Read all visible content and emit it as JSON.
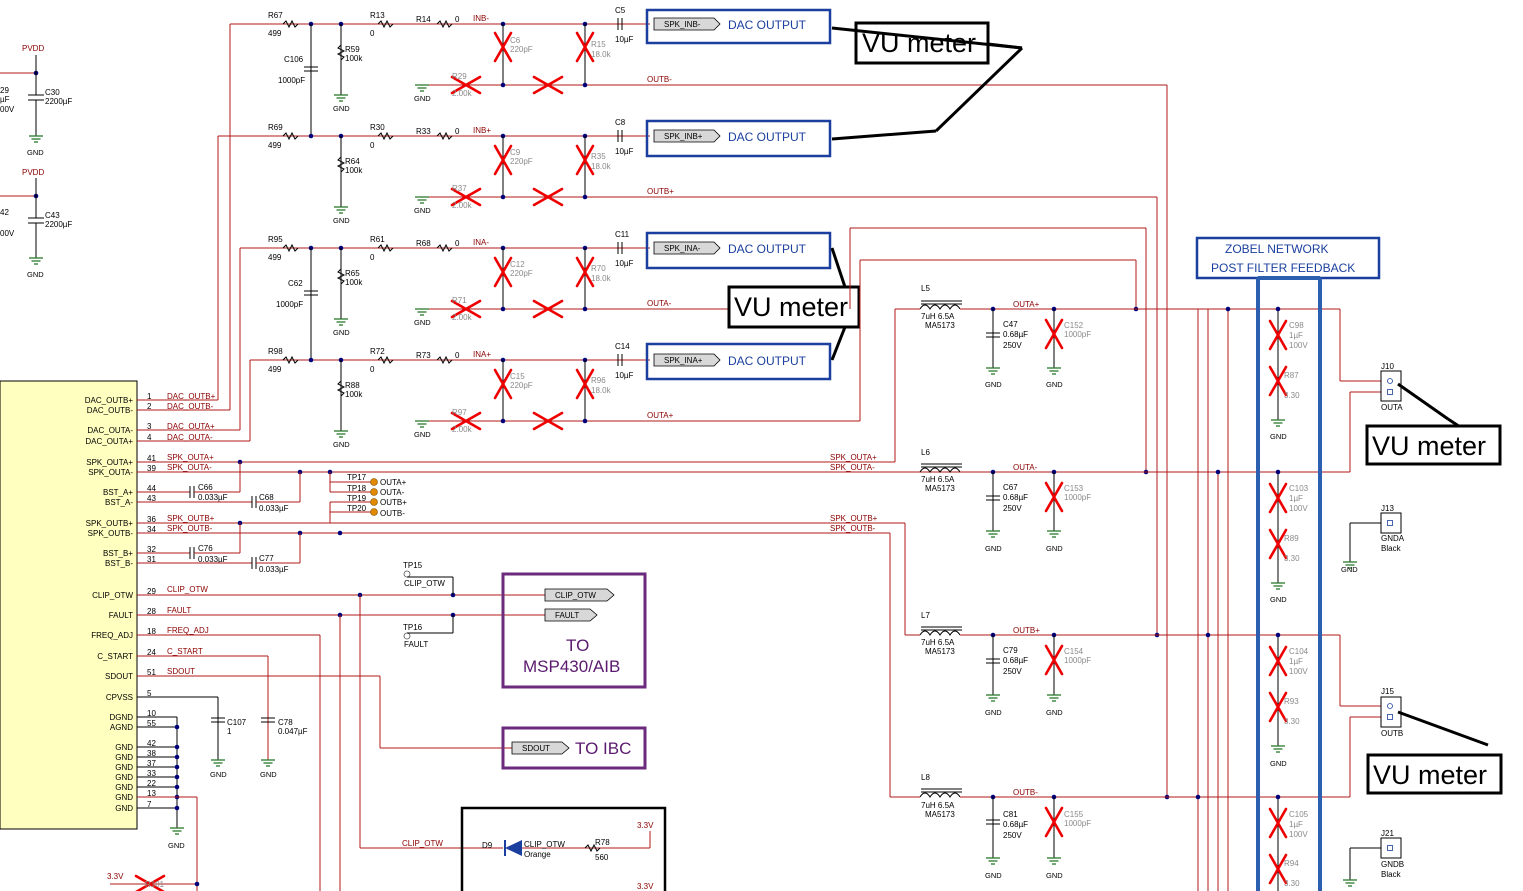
{
  "power": {
    "pvdd1": "PVDD",
    "pvdd2": "PVDD",
    "gnd": "GND",
    "v33": "3.3V"
  },
  "caps_left": [
    {
      "ref": "C30",
      "val": "2200µF",
      "edge1": "29",
      "edge2": "µF",
      "edge3": "00V"
    },
    {
      "ref": "C43",
      "val": "2200µF",
      "edge1": "42",
      "edge2": "00V"
    }
  ],
  "resistors": {
    "r67": "R67",
    "r67v": "499",
    "r13": "R13",
    "r13v": "0",
    "r14": "R14",
    "r14v": "0",
    "r59": "R59",
    "r59v": "100k",
    "r69": "R69",
    "r69v": "499",
    "r30": "R30",
    "r30v": "0",
    "r33": "R33",
    "r33v": "0",
    "r64": "R64",
    "r64v": "100k",
    "r95": "R95",
    "r95v": "499",
    "r61": "R61",
    "r61v": "0",
    "r68": "R68",
    "r68v": "0",
    "r65": "R65",
    "r65v": "100k",
    "r98": "R98",
    "r98v": "499",
    "r72": "R72",
    "r72v": "0",
    "r73": "R73",
    "r73v": "0",
    "r88": "R88",
    "r88v": "100k",
    "r29": "R29",
    "r37": "R37",
    "r71": "R71",
    "r97": "R97",
    "rdnp": "2.00k",
    "r15": "R15",
    "r35": "R35",
    "r70": "R70",
    "r96": "R96",
    "r18k": "18.0k",
    "r87": "R87",
    "r89": "R89",
    "r93": "R93",
    "r94": "R94",
    "r330": "3.30",
    "r78": "R78",
    "r78v": "560",
    "r101": "R101"
  },
  "caps": {
    "c106": "C106",
    "c106v": "1000pF",
    "c62": "C62",
    "c62v": "1000pF",
    "c5": "C5",
    "c8": "C8",
    "c11": "C11",
    "c14": "C14",
    "c10u": "10µF",
    "c6": "C6",
    "c9": "C9",
    "c12": "C12",
    "c15": "C15",
    "c220p": "220pF",
    "c47": "C47",
    "c67": "C67",
    "c79": "C79",
    "c81": "C81",
    "c068": "0.68µF",
    "c250": "250V",
    "c152": "C152",
    "c153": "C153",
    "c154": "C154",
    "c155": "C155",
    "c1000": "1000pF",
    "c98": "C98",
    "c103": "C103",
    "c104": "C104",
    "c105": "C105",
    "c1u": "1µF",
    "c100v": "100V",
    "c66": "C66",
    "c68": "C68",
    "c76": "C76",
    "c77": "C77",
    "c033": "0.033µF",
    "c107": "C107",
    "c107v": "1",
    "c78": "C78",
    "c78v": "0.047µF"
  },
  "inductors": {
    "l5": "L5",
    "l6": "L6",
    "l7": "L7",
    "l8": "L8",
    "lv": "7uH 6.5A",
    "lp": "MA5173"
  },
  "nets": {
    "inb_m": "INB-",
    "inb_p": "INB+",
    "ina_m": "INA-",
    "ina_p": "INA+",
    "outb_m": "OUTB-",
    "outb_p": "OUTB+",
    "outa_m": "OUTA-",
    "outa_p": "OUTA+",
    "spk_outa_p": "SPK_OUTA+",
    "spk_outa_m": "SPK_OUTA-",
    "spk_outb_p": "SPK_OUTB+",
    "spk_outb_m": "SPK_OUTB-",
    "spk_inb_m": "SPK_INB-",
    "spk_inb_p": "SPK_INB+",
    "spk_ina_m": "SPK_INA-",
    "spk_ina_p": "SPK_INA+",
    "clip_otw": "CLIP_OTW",
    "fault": "FAULT",
    "sdout": "SDOUT"
  },
  "ic_pins": [
    {
      "num": "1",
      "name": "DAC_OUTB+",
      "net": "DAC_OUTB+"
    },
    {
      "num": "2",
      "name": "DAC_OUTB-",
      "net": "DAC_OUTB-"
    },
    {
      "num": "3",
      "name": "DAC_OUTA-",
      "net": "DAC_OUTA+"
    },
    {
      "num": "4",
      "name": "DAC_OUTA+",
      "net": "DAC_OUTA-"
    },
    {
      "num": "41",
      "name": "SPK_OUTA+",
      "net": "SPK_OUTA+"
    },
    {
      "num": "39",
      "name": "SPK_OUTA-",
      "net": "SPK_OUTA-"
    },
    {
      "num": "44",
      "name": "BST_A+",
      "net": ""
    },
    {
      "num": "43",
      "name": "BST_A-",
      "net": ""
    },
    {
      "num": "36",
      "name": "SPK_OUTB+",
      "net": "SPK_OUTB+"
    },
    {
      "num": "34",
      "name": "SPK_OUTB-",
      "net": "SPK_OUTB-"
    },
    {
      "num": "32",
      "name": "BST_B+",
      "net": ""
    },
    {
      "num": "31",
      "name": "BST_B-",
      "net": ""
    },
    {
      "num": "29",
      "name": "CLIP_OTW",
      "net": "CLIP_OTW"
    },
    {
      "num": "28",
      "name": "FAULT",
      "net": "FAULT"
    },
    {
      "num": "18",
      "name": "FREQ_ADJ",
      "net": "FREQ_ADJ"
    },
    {
      "num": "24",
      "name": "C_START",
      "net": "C_START"
    },
    {
      "num": "51",
      "name": "SDOUT",
      "net": "SDOUT"
    },
    {
      "num": "5",
      "name": "CPVSS",
      "net": ""
    },
    {
      "num": "10",
      "name": "DGND",
      "net": ""
    },
    {
      "num": "55",
      "name": "AGND",
      "net": ""
    },
    {
      "num": "42",
      "name": "GND",
      "net": ""
    },
    {
      "num": "38",
      "name": "GND",
      "net": ""
    },
    {
      "num": "37",
      "name": "GND",
      "net": ""
    },
    {
      "num": "33",
      "name": "GND",
      "net": ""
    },
    {
      "num": "22",
      "name": "GND",
      "net": ""
    },
    {
      "num": "13",
      "name": "GND",
      "net": ""
    },
    {
      "num": "7",
      "name": "GND",
      "net": ""
    }
  ],
  "testpoints": {
    "tp15": "TP15",
    "tp16": "TP16",
    "tp17": "TP17",
    "tp18": "TP18",
    "tp19": "TP19",
    "tp20": "TP20"
  },
  "connectors": {
    "j10": "J10",
    "j10p": "OUTA",
    "j13": "J13",
    "j13p": "GNDA",
    "j13c": "Black",
    "j15": "J15",
    "j15p": "OUTB",
    "j21": "J21",
    "j21p": "GNDB",
    "j21c": "Black"
  },
  "led": {
    "ref": "D9",
    "net": "CLIP_OTW",
    "color": "Orange"
  },
  "annotations": {
    "dac_output": "DAC OUTPUT",
    "vu_meter": "VU meter",
    "zobel_l1": "ZOBEL NETWORK",
    "zobel_l2": "POST FILTER FEEDBACK",
    "to_msp_l1": "TO",
    "to_msp_l2": "MSP430/AIB",
    "to_ibc": "TO IBC"
  },
  "colors": {
    "wire": "#b01818",
    "junction": "#00007a",
    "dnp": "#ee0000",
    "dac_box": "#1a3f9e",
    "msp_box": "#6b2a7e",
    "ic_fill": "#ffffc0"
  }
}
